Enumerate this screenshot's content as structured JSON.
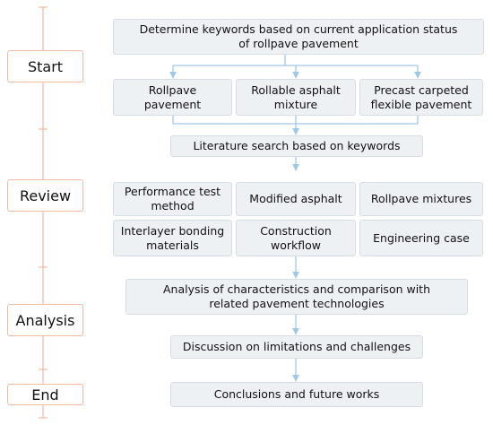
{
  "stages": {
    "start": "Start",
    "review": "Review",
    "analysis": "Analysis",
    "end": "End"
  },
  "nodes": {
    "keywords": "Determine keywords based on current application status of rollpave pavement",
    "rollpave": "Rollpave pavement",
    "rollable": "Rollable asphalt mixture",
    "precast": "Precast carpeted flexible pavement",
    "literature": "Literature search based on keywords",
    "performance": "Performance test method",
    "modified": "Modified asphalt",
    "mixtures": "Rollpave mixtures",
    "interlayer": "Interlayer bonding materials",
    "construction": "Construction workflow",
    "engineering": "Engineering case",
    "analysis": "Analysis of characteristics and comparison with related pavement technologies",
    "limitations": "Discussion on limitations and challenges",
    "conclusions": "Conclusions and future works"
  },
  "colors": {
    "box_fill": "#eef1f4",
    "box_border": "#d6dde4",
    "stage_border": "#f2b9a3",
    "timeline": "#f2b9a3",
    "connector": "#9fc8e6"
  }
}
